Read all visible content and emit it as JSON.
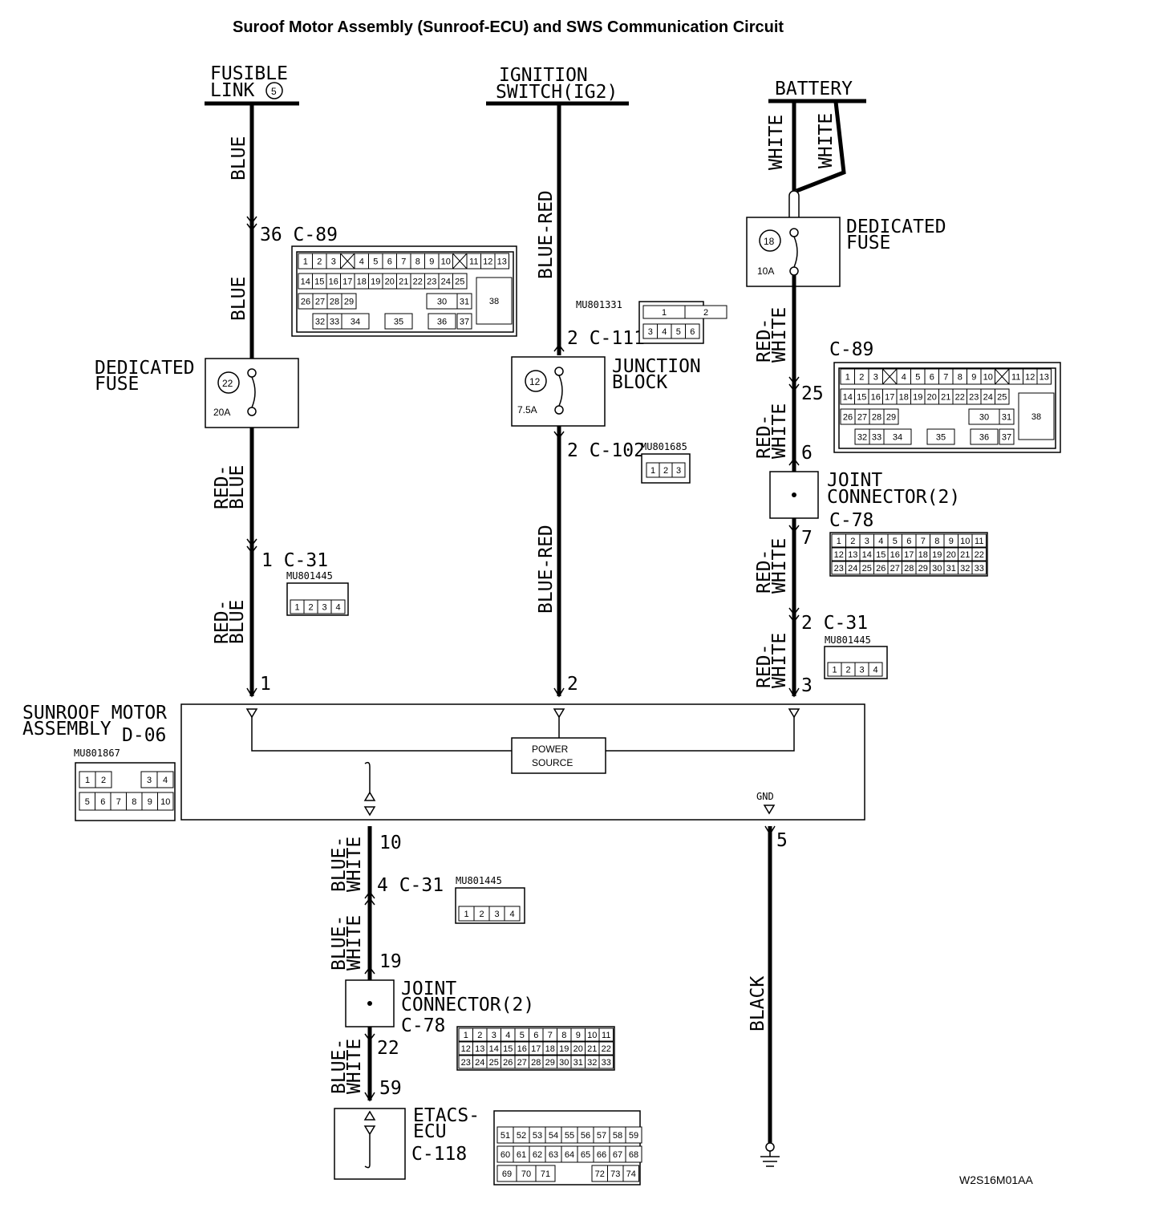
{
  "title": "Suroof Motor Assembly (Sunroof-ECU) and SWS Communication Circuit",
  "sources": {
    "fusible_link": [
      "FUSIBLE",
      "LINK"
    ],
    "fusible_link_num": "5",
    "ignition": [
      "IGNITION",
      "SWITCH(IG2)"
    ],
    "battery": "BATTERY"
  },
  "wires": {
    "blue": "BLUE",
    "blue_red": "BLUE-RED",
    "white": "WHITE",
    "red": "RED-",
    "blue_part": "BLUE",
    "white_part": "WHITE",
    "blue_dash": "BLUE-",
    "black": "BLACK"
  },
  "fuses": {
    "f22": {
      "num": "22",
      "amp": "20A",
      "label": [
        "DEDICATED",
        "FUSE"
      ]
    },
    "f12": {
      "num": "12",
      "amp": "7.5A",
      "label": [
        "JUNCTION",
        "BLOCK"
      ]
    },
    "f18": {
      "num": "18",
      "amp": "10A",
      "label": [
        "DEDICATED",
        "FUSE"
      ]
    }
  },
  "connectors": {
    "c89_a": "36 C-89",
    "c89_b": "C-89",
    "c89_b_pin": "25",
    "c111": "2 C-111",
    "c102": "2 C-102",
    "c31_a": "1  C-31",
    "c31_b": "2 C-31",
    "c31_c": "4 C-31",
    "c78_b": "C-78",
    "c78_b_pin_in": "6",
    "c78_b_pin_out": "7",
    "c78_c": "C-78",
    "c78_c_pin_in": "19",
    "c78_c_pin_out": "22",
    "etacs_pin": "59",
    "joint": [
      "JOINT",
      "CONNECTOR(2)"
    ],
    "mu_c111": "MU801331",
    "mu_c102": "MU801685",
    "mu_c31": "MU801445",
    "mu_d06": "MU801867",
    "c89_pins_row1": [
      "1",
      "2",
      "3",
      "",
      "4",
      "5",
      "6",
      "7",
      "8",
      "9",
      "10",
      "",
      "11",
      "12",
      "13"
    ],
    "c89_pins_row2": [
      "14",
      "15",
      "16",
      "17",
      "18",
      "19",
      "20",
      "21",
      "22",
      "23",
      "24",
      "25"
    ],
    "c89_pins_row3": [
      "26",
      "27",
      "28",
      "29",
      "",
      "30",
      "31"
    ],
    "c89_pins_row4": [
      "32",
      "33",
      "34",
      "35",
      "36",
      "37"
    ],
    "c89_pin_38": "38",
    "c78_row1": [
      "1",
      "2",
      "3",
      "4",
      "5",
      "6",
      "7",
      "8",
      "9",
      "10",
      "11"
    ],
    "c78_row2": [
      "12",
      "13",
      "14",
      "15",
      "16",
      "17",
      "18",
      "19",
      "20",
      "21",
      "22"
    ],
    "c78_row3": [
      "23",
      "24",
      "25",
      "26",
      "27",
      "28",
      "29",
      "30",
      "31",
      "32",
      "33"
    ],
    "c31_pins": [
      "1",
      "2",
      "3",
      "4"
    ],
    "c111_pins_top": [
      "1",
      "2"
    ],
    "c111_pins_bot": [
      "3",
      "4",
      "5",
      "6"
    ],
    "c102_pins": [
      "1",
      "2",
      "3"
    ],
    "d06_row1": [
      "1",
      "2",
      "3",
      "4"
    ],
    "d06_row2": [
      "5",
      "6",
      "7",
      "8",
      "9",
      "10"
    ],
    "c118_row1": [
      "51",
      "52",
      "53",
      "54",
      "55",
      "56",
      "57",
      "58",
      "59"
    ],
    "c118_row2": [
      "60",
      "61",
      "62",
      "63",
      "64",
      "65",
      "66",
      "67",
      "68"
    ],
    "c118_row3": [
      "69",
      "70",
      "71",
      "72",
      "73",
      "74"
    ]
  },
  "motor": {
    "label": [
      "SUNROOF MOTOR",
      "ASSEMBLY"
    ],
    "code": "D-06",
    "power": [
      "POWER",
      "SOURCE"
    ],
    "gnd": "GND",
    "pins": [
      "1",
      "2",
      "3",
      "10",
      "5"
    ]
  },
  "etacs": {
    "label": [
      "ETACS-",
      "ECU"
    ],
    "code": "C-118"
  },
  "footer": "W2S16M01AA"
}
